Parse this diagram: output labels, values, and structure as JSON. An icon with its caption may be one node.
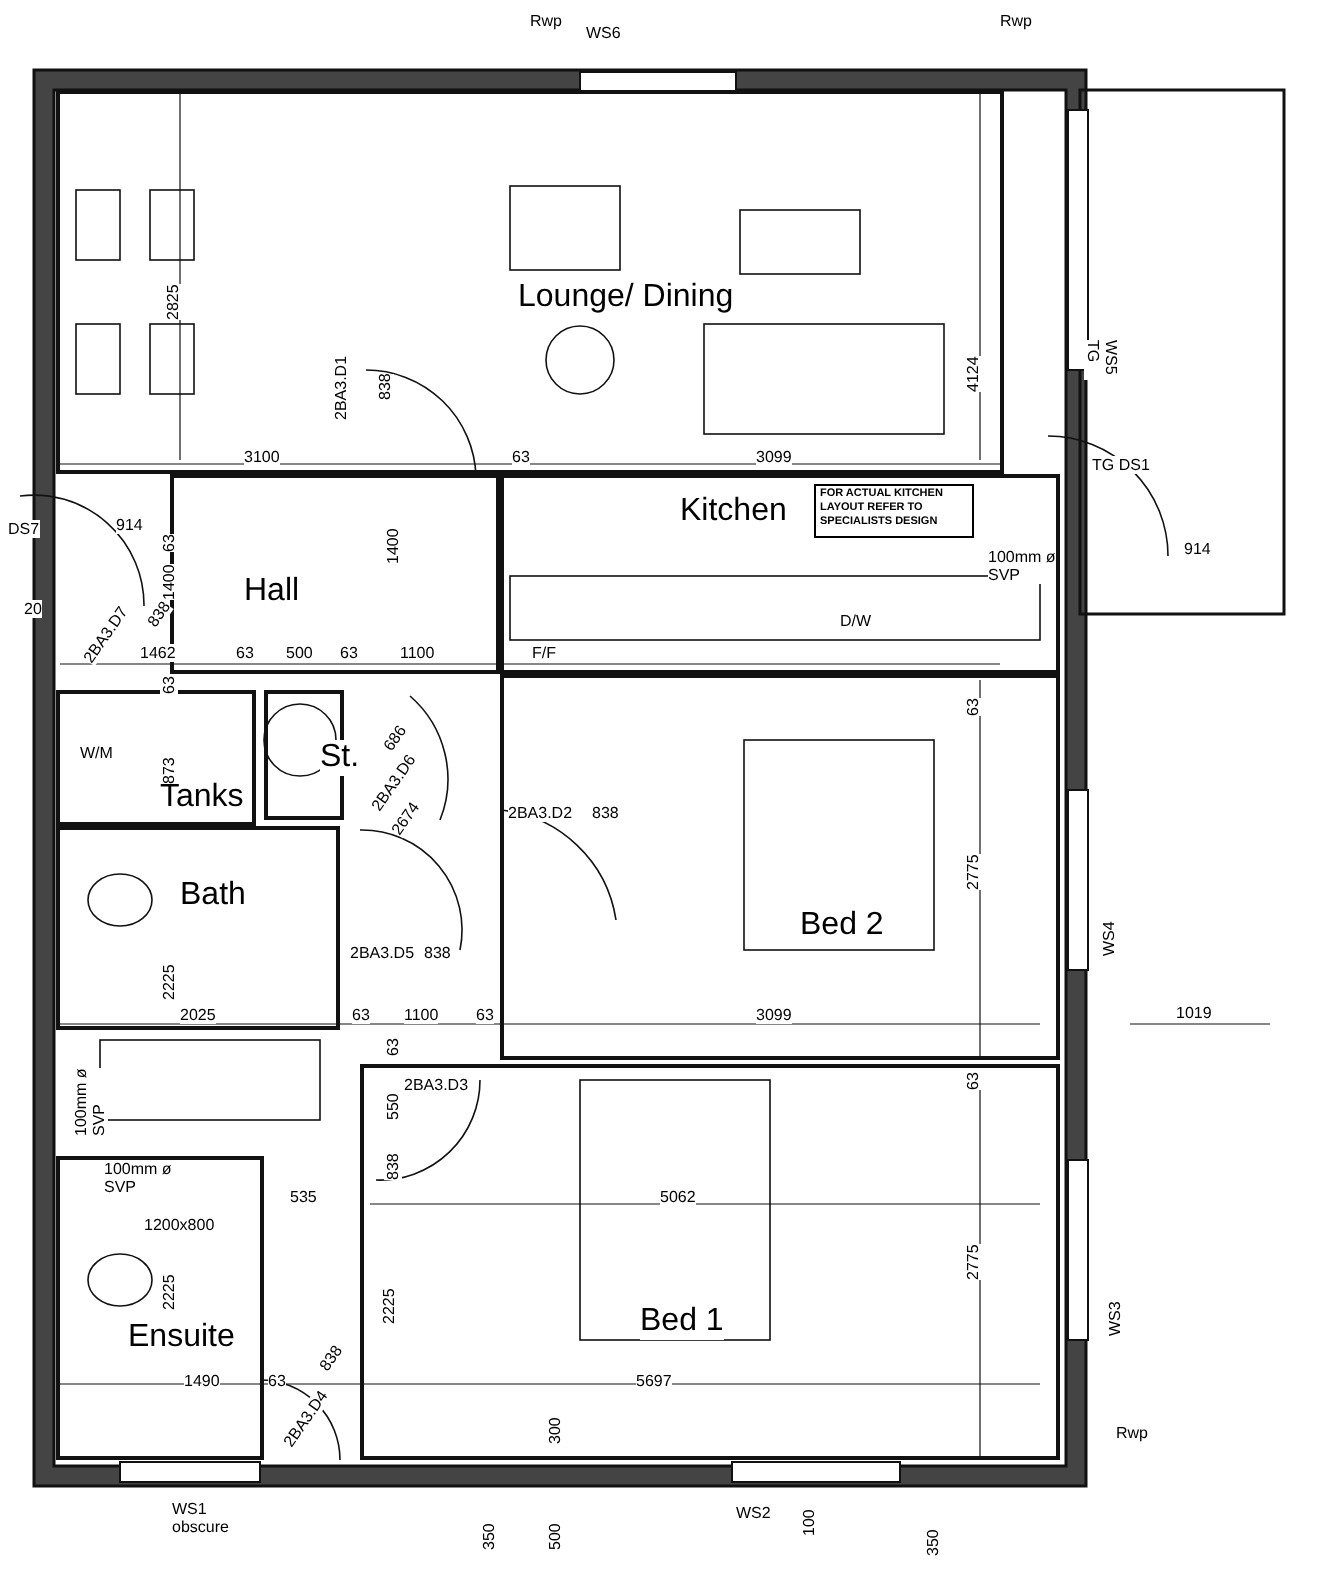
{
  "diagram": {
    "nodes": [
      {
        "text": [
          "Lounge/ Dining"
        ]
      },
      {
        "text": [
          "Kitchen"
        ]
      },
      {
        "text": [
          "FOR ACTUAL KITCHEN LAYOUT REFER TO SPECIALISTS DESIGN"
        ],
        "in": 1
      },
      {
        "text": [
          "Hall"
        ]
      },
      {
        "text": [
          "Tanks"
        ]
      },
      {
        "text": [
          "St."
        ]
      },
      {
        "text": [
          "Bath"
        ]
      },
      {
        "text": [
          "Bed 2"
        ]
      },
      {
        "text": [
          "Bed 1"
        ]
      },
      {
        "text": [
          "Ensuite"
        ]
      }
    ],
    "labels": [
      "Rwp",
      "WS6",
      "Rwp",
      "2825",
      "2BA3.D1",
      "838",
      "WS5 TG",
      "3100",
      "63",
      "3099",
      "4124",
      "TG DS1",
      "914",
      "100mm ø SVP",
      "DS7",
      "914",
      "63",
      "1400",
      "1400",
      "20",
      "2BA3.D7",
      "838",
      "1462",
      "63",
      "500",
      "63",
      "1100",
      "F/F",
      "D/W",
      "63",
      "W/M",
      "873",
      "686",
      "2BA3.D6",
      "2674",
      "2BA3.D2",
      "838",
      "63",
      "2BA3.D5",
      "838",
      "2225",
      "2775",
      "WS4",
      "2025",
      "63",
      "1100",
      "63",
      "3099",
      "1019",
      "63",
      "63",
      "2BA3.D3",
      "550",
      "838",
      "100mm ø SVP",
      "100mm ø SVP",
      "535",
      "5062",
      "1200x800",
      "2225",
      "2225",
      "1490",
      "63",
      "2BA3.D4",
      "838",
      "5697",
      "2775",
      "WS3",
      "300",
      "Rwp",
      "WS1 obscure",
      "350",
      "500",
      "WS2",
      "100",
      "350"
    ]
  }
}
